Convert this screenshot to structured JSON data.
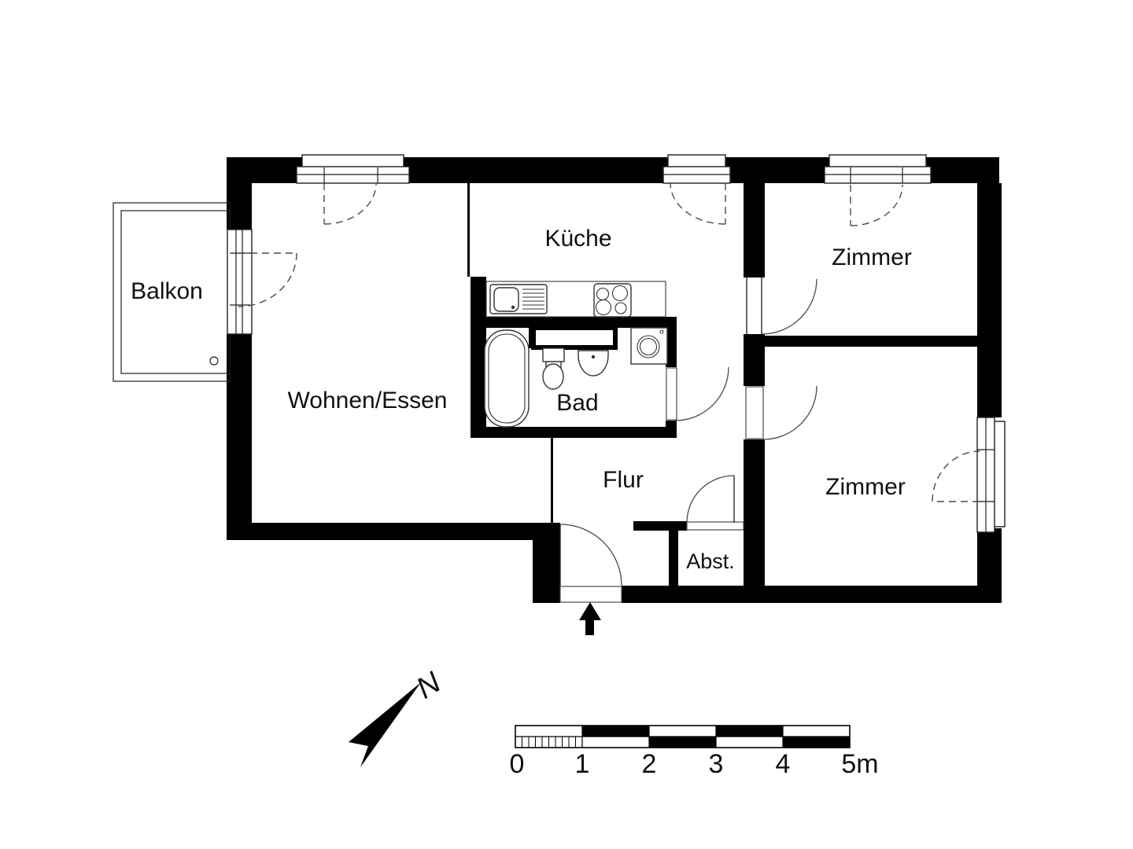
{
  "rooms": {
    "balkon": "Balkon",
    "wohnen_essen": "Wohnen/Essen",
    "kueche": "Küche",
    "bad": "Bad",
    "flur": "Flur",
    "abstellraum": "Abst.",
    "zimmer_top": "Zimmer",
    "zimmer_bottom": "Zimmer"
  },
  "north": {
    "label": "N"
  },
  "scale": {
    "ticks": [
      "0",
      "1",
      "2",
      "3",
      "4",
      "5m"
    ]
  },
  "colors": {
    "wall": "#000000",
    "background": "#ffffff",
    "line": "#333333",
    "swing": "#4a4a4a"
  }
}
